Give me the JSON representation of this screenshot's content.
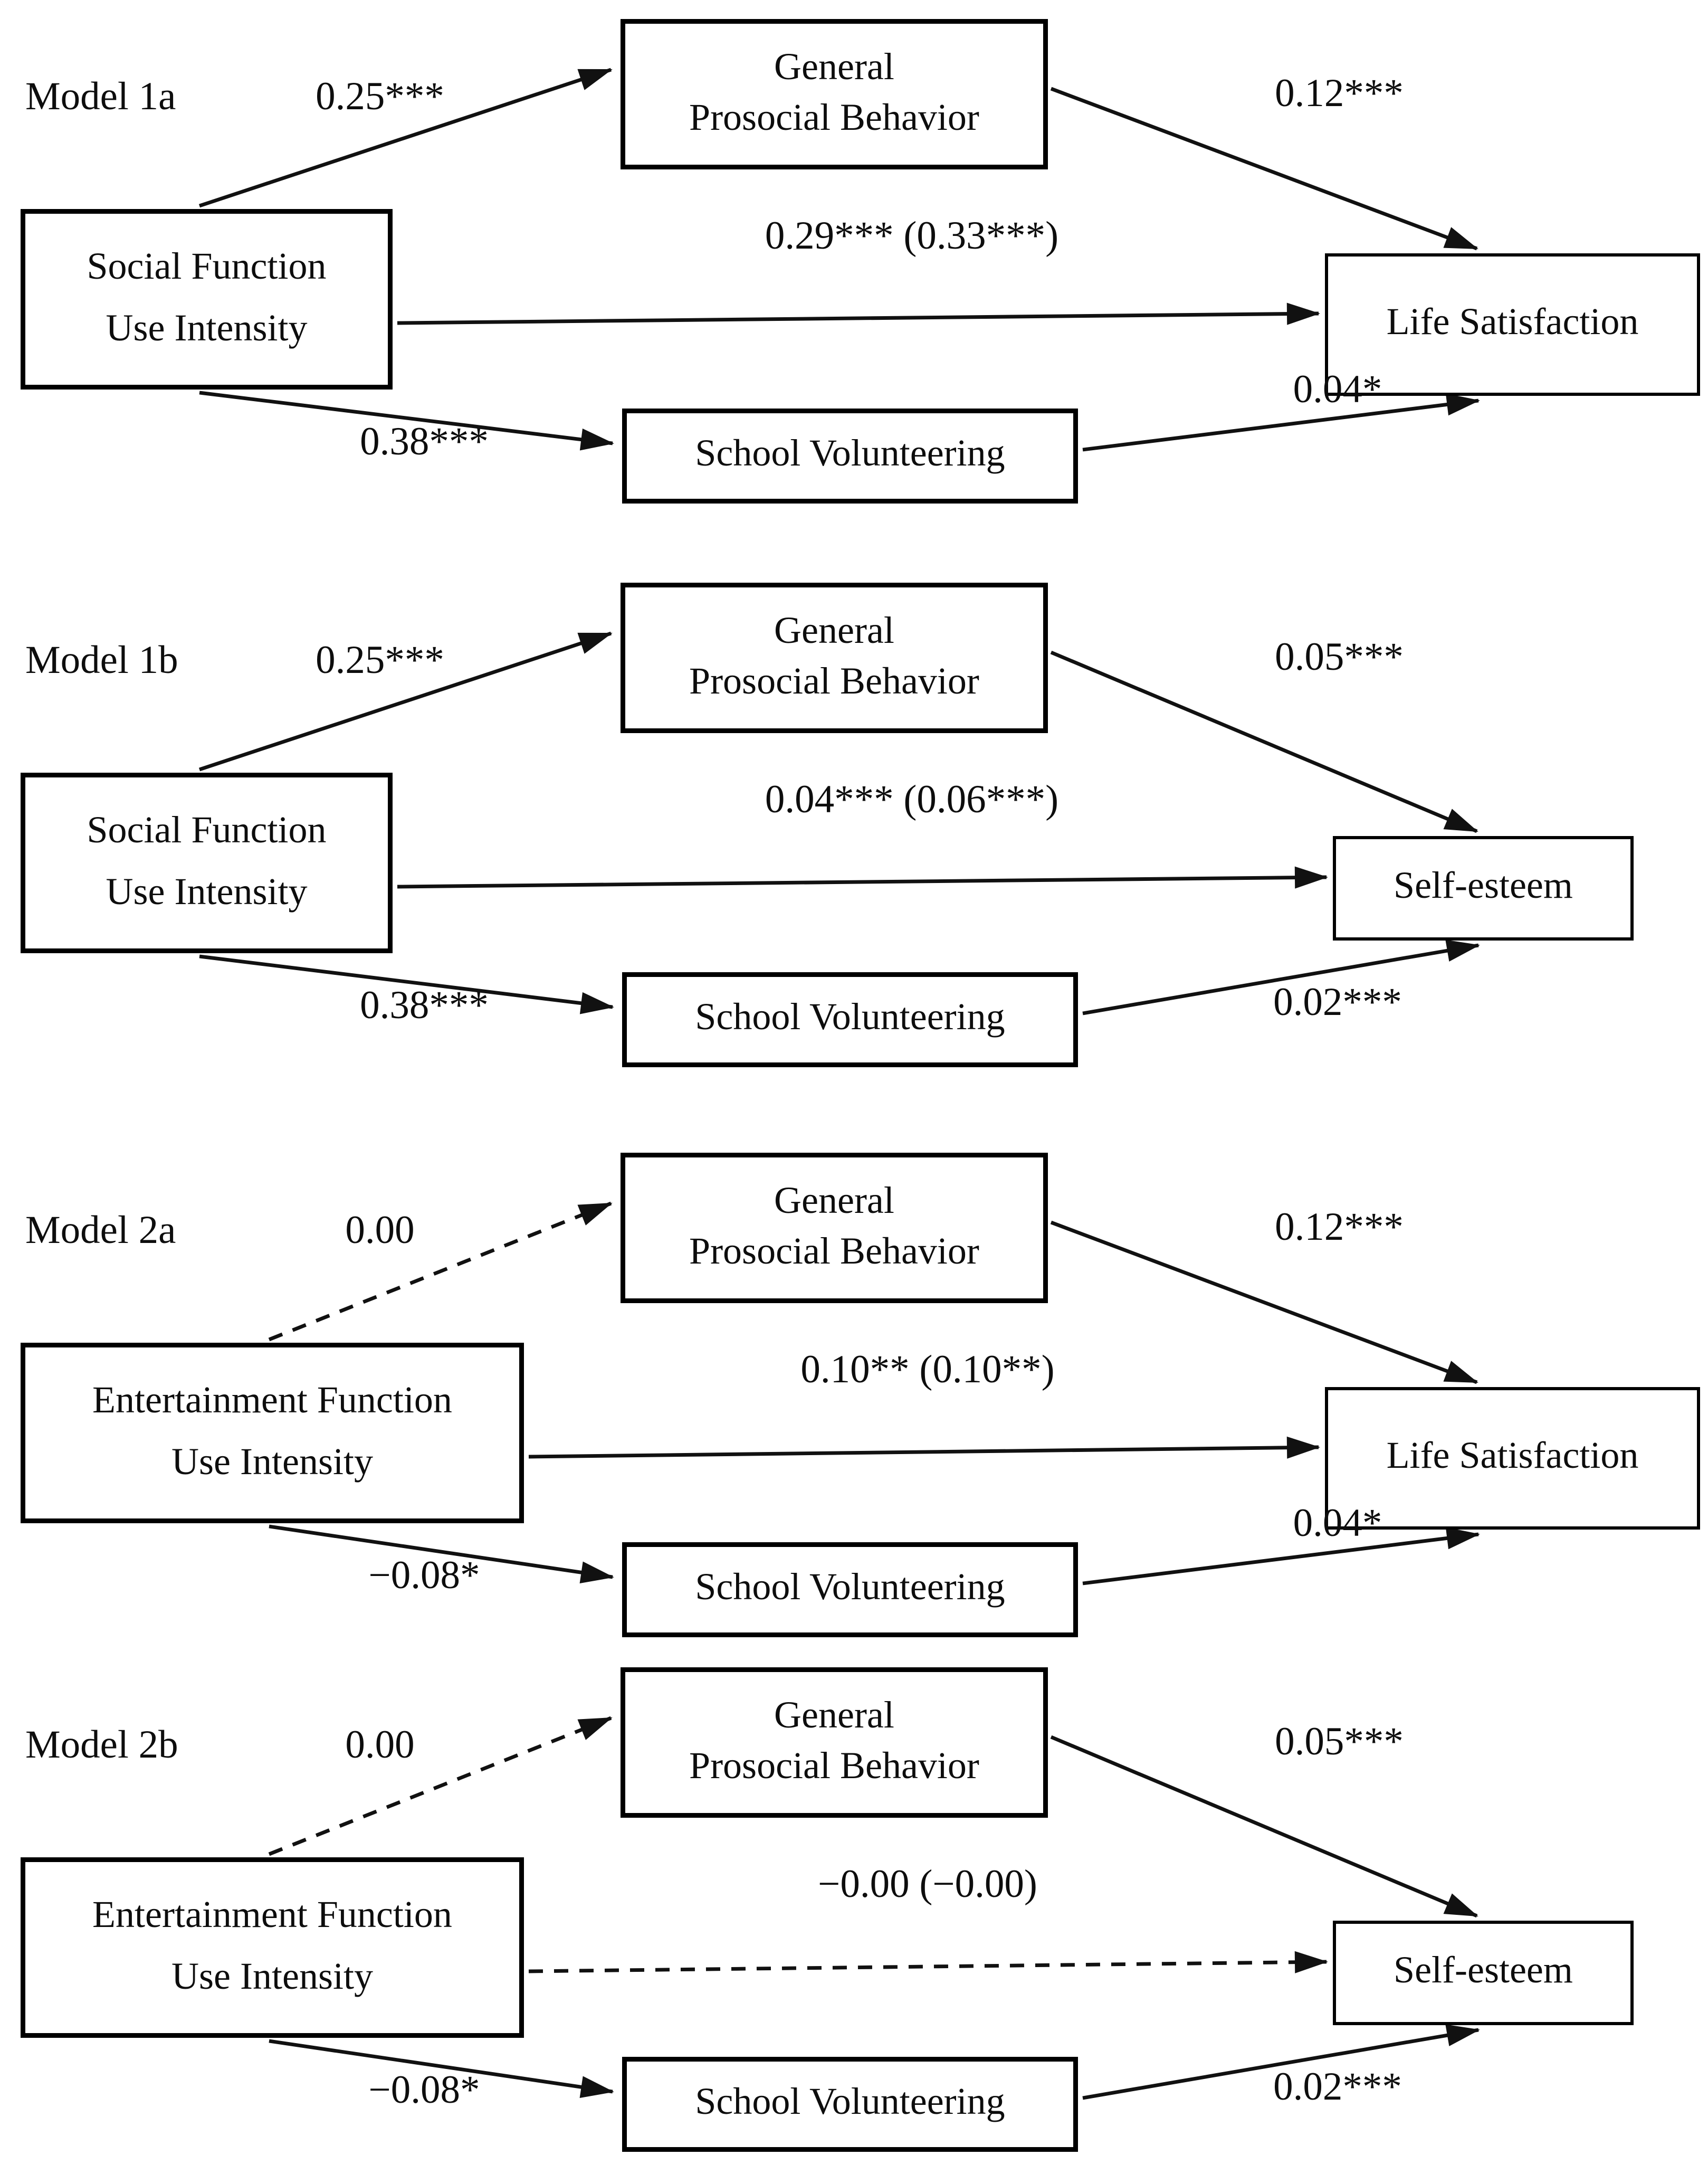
{
  "shared": {
    "mediator_top_line1": "General",
    "mediator_top_line2": "Prosocial Behavior",
    "mediator_bottom": "School Volunteering"
  },
  "styles": {
    "background": "#ffffff",
    "arrow_color": "#111111",
    "box_border_color": "#000000",
    "text_color": "#0d0d0d"
  },
  "models": [
    {
      "label": "Model 1a",
      "predictor_line1": "Social Function",
      "predictor_line2": "Use Intensity",
      "outcome": "Life Satisfaction",
      "paths": {
        "pred_to_top": {
          "coef": "0.25***",
          "style": "solid"
        },
        "top_to_outcome": {
          "coef": "0.12***",
          "style": "solid"
        },
        "direct": {
          "coef": "0.29*** (0.33***)",
          "style": "solid"
        },
        "pred_to_bottom": {
          "coef": "0.38***",
          "style": "solid"
        },
        "bottom_to_outcome": {
          "coef": "0.04*",
          "style": "solid"
        }
      }
    },
    {
      "label": "Model 1b",
      "predictor_line1": "Social Function",
      "predictor_line2": "Use Intensity",
      "outcome": "Self-esteem",
      "paths": {
        "pred_to_top": {
          "coef": "0.25***",
          "style": "solid"
        },
        "top_to_outcome": {
          "coef": "0.05***",
          "style": "solid"
        },
        "direct": {
          "coef": "0.04*** (0.06***)",
          "style": "solid"
        },
        "pred_to_bottom": {
          "coef": "0.38***",
          "style": "solid"
        },
        "bottom_to_outcome": {
          "coef": "0.02***",
          "style": "solid"
        }
      }
    },
    {
      "label": "Model 2a",
      "predictor_line1": "Entertainment Function",
      "predictor_line2": "Use Intensity",
      "outcome": "Life Satisfaction",
      "paths": {
        "pred_to_top": {
          "coef": "0.00",
          "style": "dashed"
        },
        "top_to_outcome": {
          "coef": "0.12***",
          "style": "solid"
        },
        "direct": {
          "coef": "0.10** (0.10**)",
          "style": "solid"
        },
        "pred_to_bottom": {
          "coef": "−0.08*",
          "style": "solid"
        },
        "bottom_to_outcome": {
          "coef": "0.04*",
          "style": "solid"
        }
      }
    },
    {
      "label": "Model 2b",
      "predictor_line1": "Entertainment Function",
      "predictor_line2": "Use Intensity",
      "outcome": "Self-esteem",
      "paths": {
        "pred_to_top": {
          "coef": "0.00",
          "style": "dashed"
        },
        "top_to_outcome": {
          "coef": "0.05***",
          "style": "solid"
        },
        "direct": {
          "coef": "−0.00 (−0.00)",
          "style": "dashed"
        },
        "pred_to_bottom": {
          "coef": "−0.08*",
          "style": "solid"
        },
        "bottom_to_outcome": {
          "coef": "0.02***",
          "style": "solid"
        }
      }
    }
  ]
}
